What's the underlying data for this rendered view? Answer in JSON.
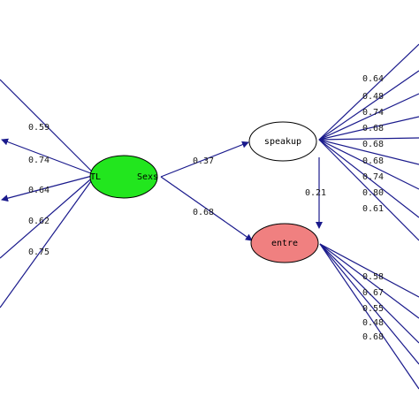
{
  "nodes": {
    "sexs": {
      "label_left": "TL",
      "label_right": "Sexs",
      "fill": "#22e61e"
    },
    "speakup": {
      "label": "speakup",
      "fill": "#ffffff"
    },
    "entre": {
      "label": "entre",
      "fill": "#f08080"
    }
  },
  "structural_paths": {
    "sexs_to_speakup": "0.37",
    "sexs_to_entre": "0.68",
    "speakup_to_entre": "0.21"
  },
  "left_loadings": [
    "0.59",
    "0.74",
    "0.64",
    "0.62",
    "0.75"
  ],
  "speakup_loadings": [
    "0.64",
    "0.48",
    "0.74",
    "0.68",
    "0.68",
    "0.68",
    "0.74",
    "0.80",
    "0.61"
  ],
  "entre_loadings": [
    "0.58",
    "0.67",
    "0.55",
    "0.48",
    "0.68"
  ],
  "colors": {
    "arrow": "#1a1a8c",
    "grey_line": "#b8b8b8"
  }
}
